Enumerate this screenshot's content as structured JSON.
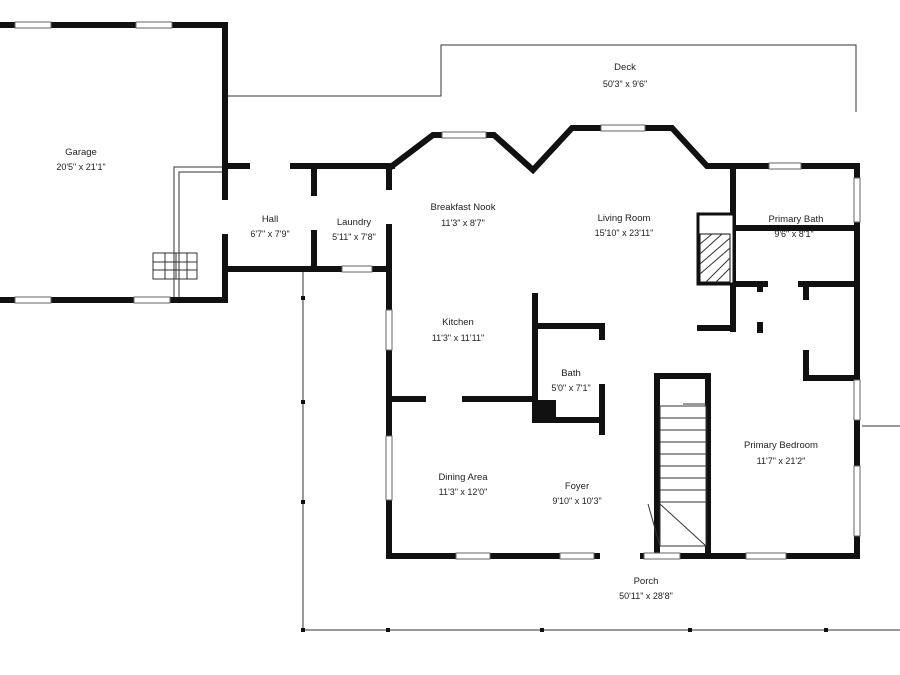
{
  "rooms": {
    "deck": {
      "name": "Deck",
      "dims": "50'3\" x 9'6\""
    },
    "garage": {
      "name": "Garage",
      "dims": "20'5\" x 21'1\""
    },
    "hall": {
      "name": "Hall",
      "dims": "6'7\" x 7'9\""
    },
    "laundry": {
      "name": "Laundry",
      "dims": "5'11\" x 7'8\""
    },
    "breakfast_nook": {
      "name": "Breakfast Nook",
      "dims": "11'3\" x 8'7\""
    },
    "living_room": {
      "name": "Living Room",
      "dims": "15'10\" x 23'11\""
    },
    "primary_bath": {
      "name": "Primary Bath",
      "dims": "9'6\" x 8'1\""
    },
    "kitchen": {
      "name": "Kitchen",
      "dims": "11'3\" x 11'11\""
    },
    "bath": {
      "name": "Bath",
      "dims": "5'0\" x 7'1\""
    },
    "primary_bedroom": {
      "name": "Primary Bedroom",
      "dims": "11'7\" x 21'2\""
    },
    "dining_area": {
      "name": "Dining Area",
      "dims": "11'3\" x 12'0\""
    },
    "foyer": {
      "name": "Foyer",
      "dims": "9'10\" x 10'3\""
    },
    "porch": {
      "name": "Porch",
      "dims": "50'11\" x 28'8\""
    }
  }
}
